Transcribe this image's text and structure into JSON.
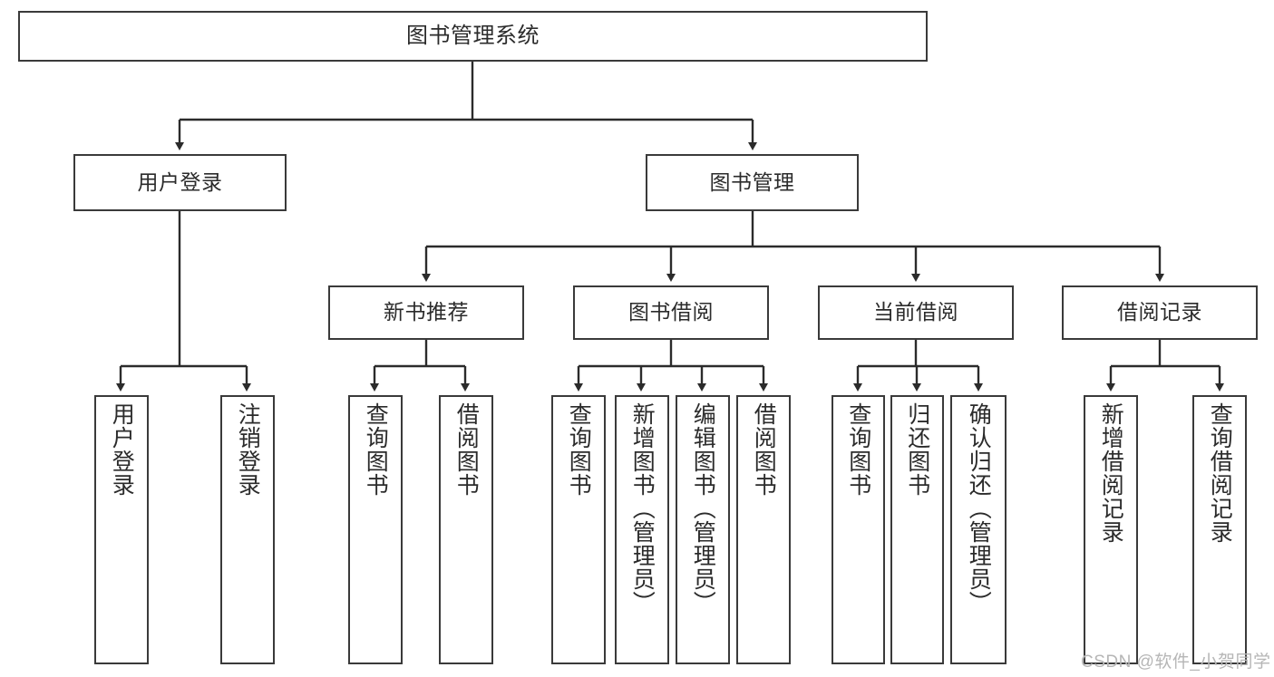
{
  "diagram": {
    "title": "图书管理系统",
    "type": "hierarchy-tree",
    "watermark": "CSDN @软件_小贺同学",
    "colors": {
      "box_border": "#3a3a3a",
      "box_fill": "#ffffff",
      "connector": "#2b2b2b",
      "text": "#2b2b2b",
      "watermark": "#b6b6b6",
      "background": "#ffffff"
    },
    "levels": {
      "root": {
        "label": "图书管理系统"
      },
      "level2": [
        {
          "label": "用户登录"
        },
        {
          "label": "图书管理"
        }
      ],
      "level3": [
        {
          "label": "新书推荐"
        },
        {
          "label": "图书借阅"
        },
        {
          "label": "当前借阅"
        },
        {
          "label": "借阅记录"
        }
      ],
      "leaves": {
        "user_login": [
          {
            "label": "用户登录"
          },
          {
            "label": "注销登录"
          }
        ],
        "new_book_recommend": [
          {
            "label": "查询图书"
          },
          {
            "label": "借阅图书"
          }
        ],
        "book_borrow": [
          {
            "label": "查询图书"
          },
          {
            "label": "新增图书（管理员）"
          },
          {
            "label": "编辑图书（管理员）"
          },
          {
            "label": "借阅图书"
          }
        ],
        "current_borrow": [
          {
            "label": "查询图书"
          },
          {
            "label": "归还图书"
          },
          {
            "label": "确认归还（管理员）"
          }
        ],
        "borrow_record": [
          {
            "label": "新增借阅记录"
          },
          {
            "label": "查询借阅记录"
          }
        ]
      }
    }
  }
}
